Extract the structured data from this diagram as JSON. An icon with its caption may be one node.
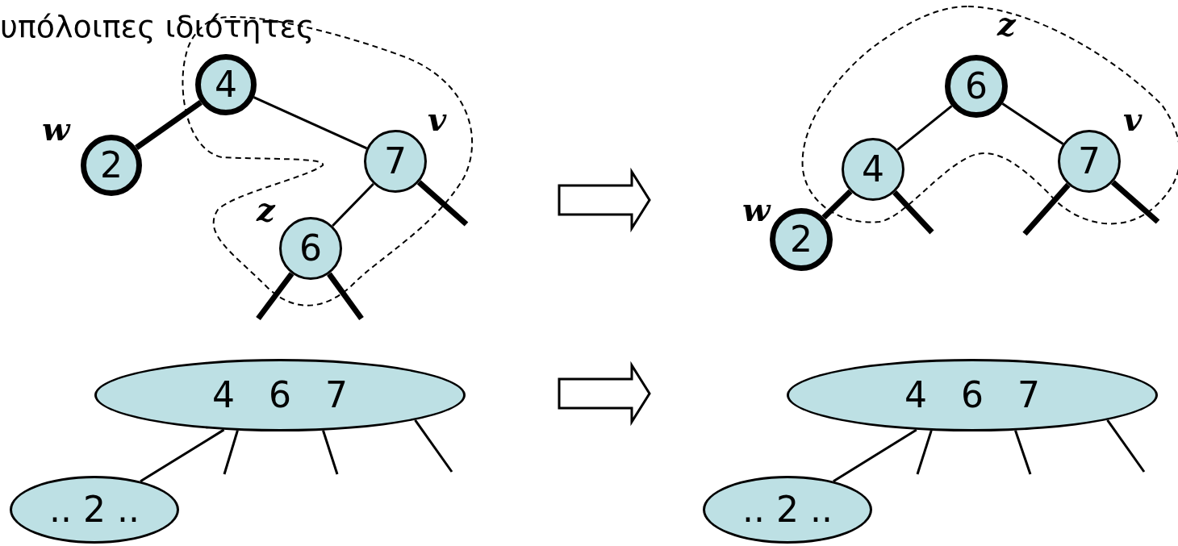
{
  "diagram": {
    "nodes": [
      {
        "text": [
          "4"
        ]
      },
      {
        "text": [
          "2"
        ],
        "beside": [
          "w"
        ]
      },
      {
        "text": [
          "7"
        ],
        "beside": [
          "v"
        ]
      },
      {
        "text": [
          "6"
        ],
        "beside": [
          "z"
        ]
      },
      {
        "text": [
          "6"
        ],
        "beside": [
          "z"
        ]
      },
      {
        "text": [
          "4"
        ]
      },
      {
        "text": [
          "7"
        ],
        "beside": [
          "v"
        ]
      },
      {
        "text": [
          "2"
        ],
        "beside": [
          "w"
        ]
      },
      {
        "text": [
          "4   6   7"
        ]
      },
      {
        "text": [
          ".. 2 .."
        ]
      },
      {
        "text": [
          "4   6   7"
        ]
      },
      {
        "text": [
          ".. 2 .."
        ]
      }
    ],
    "edges": [
      {
        "from": 0,
        "to": 1,
        "arrow": "none",
        "style": "thick"
      },
      {
        "from": 0,
        "to": 2,
        "arrow": "none"
      },
      {
        "from": 2,
        "to": 3,
        "arrow": "none"
      },
      {
        "from": 2,
        "to": null,
        "arrow": "none",
        "style": "thick"
      },
      {
        "from": 3,
        "to": null,
        "arrow": "none",
        "style": "thick"
      },
      {
        "from": 3,
        "to": null,
        "arrow": "none",
        "style": "thick"
      },
      {
        "from": 4,
        "to": 5,
        "arrow": "none"
      },
      {
        "from": 4,
        "to": 6,
        "arrow": "none"
      },
      {
        "from": 5,
        "to": 7,
        "arrow": "none",
        "style": "thick"
      },
      {
        "from": 5,
        "to": null,
        "arrow": "none",
        "style": "thick"
      },
      {
        "from": 6,
        "to": null,
        "arrow": "none",
        "style": "thick"
      },
      {
        "from": 6,
        "to": null,
        "arrow": "none",
        "style": "thick"
      },
      {
        "from": 8,
        "to": 9,
        "arrow": "none"
      },
      {
        "from": 8,
        "to": null,
        "arrow": "none"
      },
      {
        "from": 8,
        "to": null,
        "arrow": "none"
      },
      {
        "from": 8,
        "to": null,
        "arrow": "none"
      },
      {
        "from": 10,
        "to": 11,
        "arrow": "none"
      },
      {
        "from": 10,
        "to": null,
        "arrow": "none"
      },
      {
        "from": 10,
        "to": null,
        "arrow": "none"
      },
      {
        "from": 10,
        "to": null,
        "arrow": "none"
      }
    ],
    "labels": [
      "υπόλοιπες ιδιότητες"
    ]
  }
}
